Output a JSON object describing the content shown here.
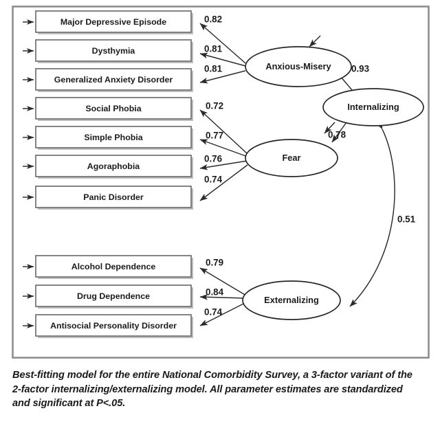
{
  "figure": {
    "type": "path-diagram",
    "caption": "Best-fitting model for the entire National Comorbidity Survey, a 3-factor variant of the 2-factor internalizing/externalizing model. All parameter estimates are standardized and significant at P<.05."
  },
  "indicators": [
    {
      "id": "mde",
      "label": "Major Depressive Episode",
      "loading": "0.82",
      "factor": "anxious-misery"
    },
    {
      "id": "dys",
      "label": "Dysthymia",
      "loading": "0.81",
      "factor": "anxious-misery"
    },
    {
      "id": "gad",
      "label": "Generalized Anxiety Disorder",
      "loading": "0.81",
      "factor": "anxious-misery"
    },
    {
      "id": "soc",
      "label": "Social Phobia",
      "loading": "0.72",
      "factor": "fear"
    },
    {
      "id": "simp",
      "label": "Simple Phobia",
      "loading": "0.77",
      "factor": "fear"
    },
    {
      "id": "ago",
      "label": "Agoraphobia",
      "loading": "0.76",
      "factor": "fear"
    },
    {
      "id": "pan",
      "label": "Panic Disorder",
      "loading": "0.74",
      "factor": "fear"
    },
    {
      "id": "alc",
      "label": "Alcohol Dependence",
      "loading": "0.79",
      "factor": "externalizing"
    },
    {
      "id": "drug",
      "label": "Drug Dependence",
      "loading": "0.84",
      "factor": "externalizing"
    },
    {
      "id": "aspd",
      "label": "Antisocial Personality Disorder",
      "loading": "0.74",
      "factor": "externalizing"
    }
  ],
  "factors": [
    {
      "id": "anxious-misery",
      "label": "Anxious-Misery"
    },
    {
      "id": "fear",
      "label": "Fear"
    },
    {
      "id": "internalizing",
      "label": "Internalizing"
    },
    {
      "id": "externalizing",
      "label": "Externalizing"
    }
  ],
  "structural_paths": [
    {
      "id": "int-am",
      "from": "Internalizing",
      "to": "Anxious-Misery",
      "estimate": "0.93",
      "kind": "directed"
    },
    {
      "id": "int-fear",
      "from": "Internalizing",
      "to": "Fear",
      "estimate": "0.78",
      "kind": "directed"
    },
    {
      "id": "int-ext",
      "from": "Internalizing",
      "to": "Externalizing",
      "estimate": "0.51",
      "kind": "correlation"
    }
  ],
  "chart_data": {
    "type": "diagram",
    "title": "3-factor internalizing/externalizing model",
    "measurement_loadings": {
      "anxious-misery": [
        {
          "indicator": "Major Depressive Episode",
          "value": 0.82
        },
        {
          "indicator": "Dysthymia",
          "value": 0.81
        },
        {
          "indicator": "Generalized Anxiety Disorder",
          "value": 0.81
        }
      ],
      "fear": [
        {
          "indicator": "Social Phobia",
          "value": 0.72
        },
        {
          "indicator": "Simple Phobia",
          "value": 0.77
        },
        {
          "indicator": "Agoraphobia",
          "value": 0.76
        },
        {
          "indicator": "Panic Disorder",
          "value": 0.74
        }
      ],
      "externalizing": [
        {
          "indicator": "Alcohol Dependence",
          "value": 0.79
        },
        {
          "indicator": "Drug Dependence",
          "value": 0.84
        },
        {
          "indicator": "Antisocial Personality Disorder",
          "value": 0.74
        }
      ]
    },
    "structural": [
      {
        "from": "Internalizing",
        "to": "Anxious-Misery",
        "value": 0.93
      },
      {
        "from": "Internalizing",
        "to": "Fear",
        "value": 0.78
      },
      {
        "from": "Internalizing",
        "to": "Externalizing",
        "value": 0.51
      }
    ]
  },
  "colors": {
    "frame": "#8d8d8d",
    "box_stroke": "#6f6f6f",
    "ellipse_stroke": "#262626",
    "path": "#2b2b2b",
    "text": "#1b1b1b"
  }
}
